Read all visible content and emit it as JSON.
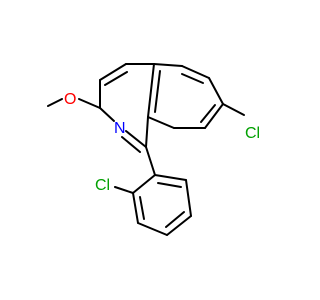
{
  "molecule": {
    "atoms": {
      "methoxy_oxygen": "O",
      "ring_nitrogen": "N",
      "chlorine_right": "Cl",
      "chlorine_bottom": "Cl"
    },
    "colors": {
      "bond": "#000000",
      "oxygen": "#ff0000",
      "nitrogen": "#0000ff",
      "chlorine": "#00a000"
    }
  }
}
